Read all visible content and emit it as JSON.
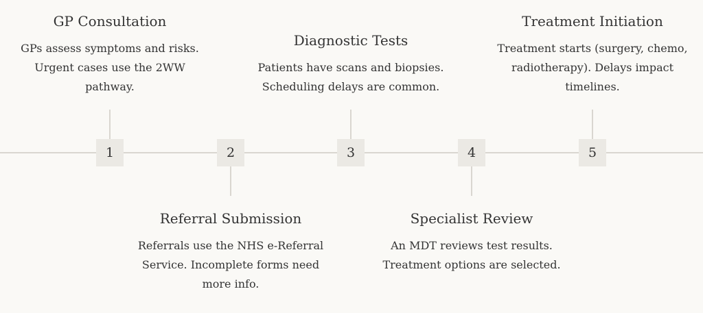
{
  "steps": [
    {
      "number": "1",
      "title": "GP Consultation",
      "description": "GPs assess symptoms and risks. Urgent cases use the 2WW pathway."
    },
    {
      "number": "2",
      "title": "Referral Submission",
      "description": "Referrals use the NHS e-Referral Service. Incomplete forms need more info."
    },
    {
      "number": "3",
      "title": "Diagnostic Tests",
      "description": "Patients have scans and biopsies. Scheduling delays are common."
    },
    {
      "number": "4",
      "title": "Specialist Review",
      "description": "An MDT reviews test results. Treatment options are selected."
    },
    {
      "number": "5",
      "title": "Treatment Initiation",
      "description": "Treatment starts (surgery, chemo, radiotherapy). Delays impact timelines."
    }
  ],
  "colors": {
    "background": "#faf9f6",
    "line": "#d9d6d0",
    "box": "#ebe9e4",
    "text": "#333333"
  }
}
